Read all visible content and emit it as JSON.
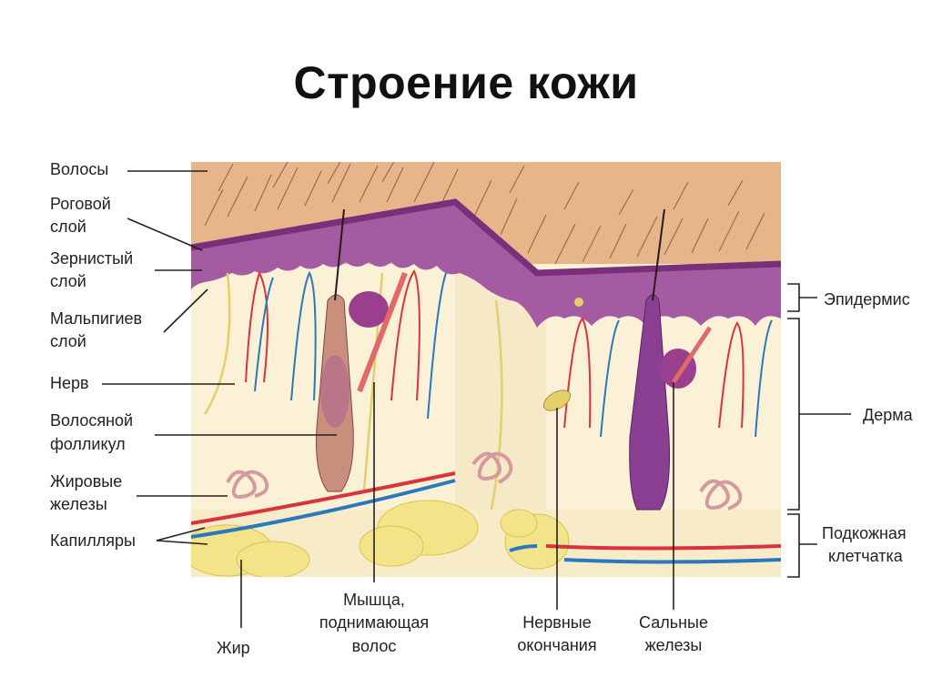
{
  "title": "Строение кожи",
  "labels_left": {
    "hair": "Волосы",
    "stratum_corneum": [
      "Роговой",
      "слой"
    ],
    "stratum_granulosum": [
      "Зернистый",
      "слой"
    ],
    "malpighian_layer": [
      "Мальпигиев",
      "слой"
    ],
    "nerve": "Нерв",
    "hair_follicle": [
      "Волосяной",
      "фолликул"
    ],
    "fat_glands": [
      "Жировые",
      "железы"
    ],
    "capillaries": "Капилляры"
  },
  "labels_right": {
    "epidermis": "Эпидермис",
    "dermis": "Дерма",
    "subcutaneous": [
      "Подкожная",
      "клетчатка"
    ]
  },
  "labels_bottom": {
    "fat": "Жир",
    "arrector_muscle": [
      "Мышца,",
      "поднимающая",
      "волос"
    ],
    "nerve_endings": [
      "Нервные",
      "окончания"
    ],
    "sebaceous_glands": [
      "Сальные",
      "железы"
    ]
  },
  "colors": {
    "hair_surface": "#e7b58a",
    "epidermis": "#a45ba2",
    "dermis": "#fbf1d6",
    "fat": "#f3e48a",
    "artery": "#d9333b",
    "vein": "#2a78c0",
    "nerve": "#e4cf6a"
  }
}
